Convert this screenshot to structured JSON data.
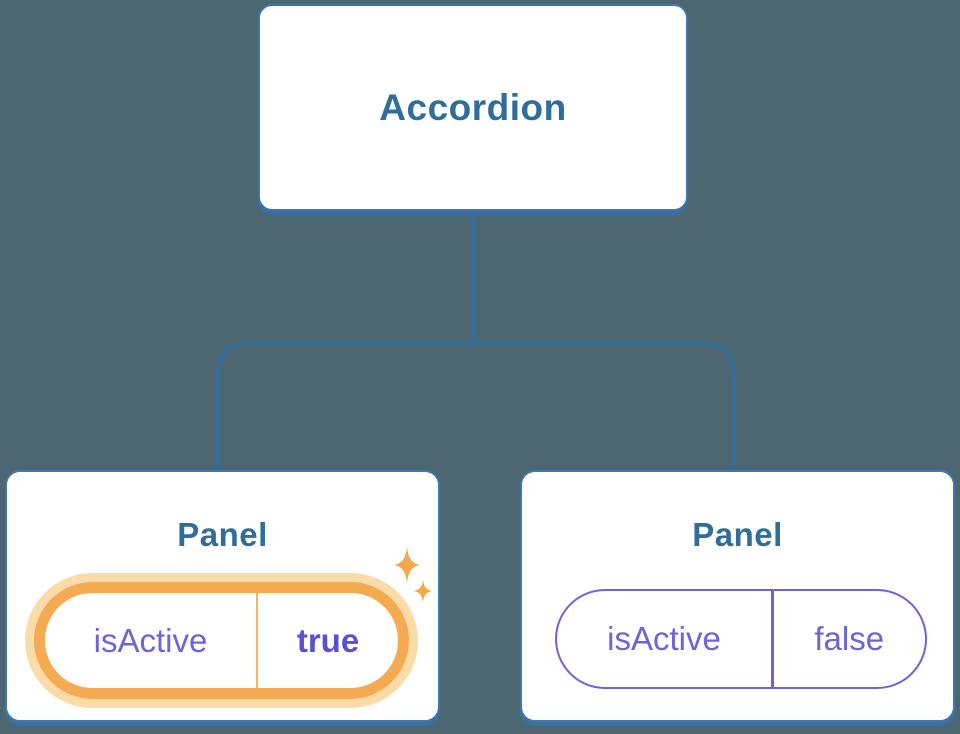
{
  "colors": {
    "background": "#4C6771",
    "box_border_blue": "#3D77AB",
    "box_shadow_blue": "#396FA3",
    "connector_blue": "#2E6F9F",
    "title_text_blue": "#2F6D9B",
    "state_purple": "#6B65DB",
    "state_value_purple": "#5A50D3",
    "highlight_orange": "#F4AB51",
    "highlight_halo_orange": "#FBDCA8",
    "sparkle_orange": "#F2A94E"
  },
  "tree": {
    "root": {
      "label": "Accordion"
    },
    "children": [
      {
        "title": "Panel",
        "prop": {
          "name": "isActive",
          "value": "true"
        },
        "highlighted": true,
        "sparkles": true
      },
      {
        "title": "Panel",
        "prop": {
          "name": "isActive",
          "value": "false"
        },
        "highlighted": false,
        "sparkles": false
      }
    ]
  }
}
